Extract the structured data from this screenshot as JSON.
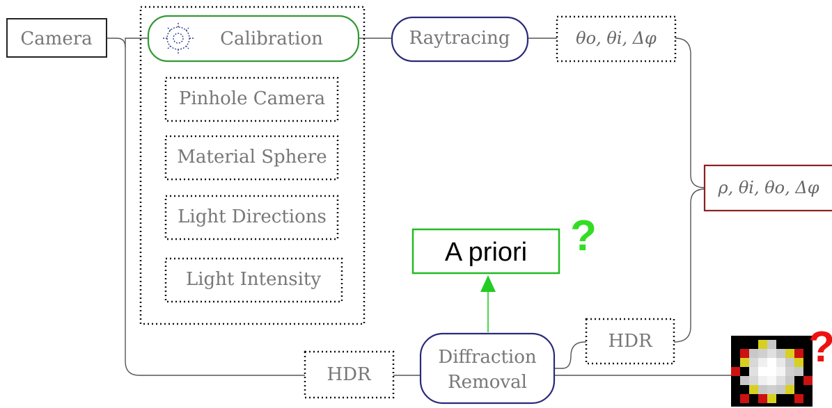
{
  "nodes": {
    "camera": "Camera",
    "calibration": "Calibration",
    "pinhole_camera": "Pinhole Camera",
    "material_sphere": "Material Sphere",
    "light_directions": "Light Directions",
    "light_intensity": "Light Intensity",
    "raytracing": "Raytracing",
    "angles_output": "θo, θi, Δφ",
    "brdf_output": "ρ, θi, θo, Δφ",
    "a_priori": "A priori",
    "hdr_bottom": "HDR",
    "hdr_right": "HDR",
    "diffraction_removal_line1": "Diffraction",
    "diffraction_removal_line2": "Removal"
  },
  "annotations": {
    "green_question": "?",
    "red_question": "?"
  },
  "icons": {
    "calibration": "gear-icon",
    "result_thumbnail": "pixelated-light-spot-icon",
    "arrow": "up-arrow-icon"
  },
  "colors": {
    "calibration_border": "#339933",
    "raytracing_border": "#2a2a7a",
    "diffraction_border": "#2a2a7a",
    "brdf_border": "#8b2020",
    "a_priori_border": "#22bb22",
    "green_arrow": "#22cc22",
    "green_question": "#33dd22",
    "red_question": "#ee1111"
  }
}
